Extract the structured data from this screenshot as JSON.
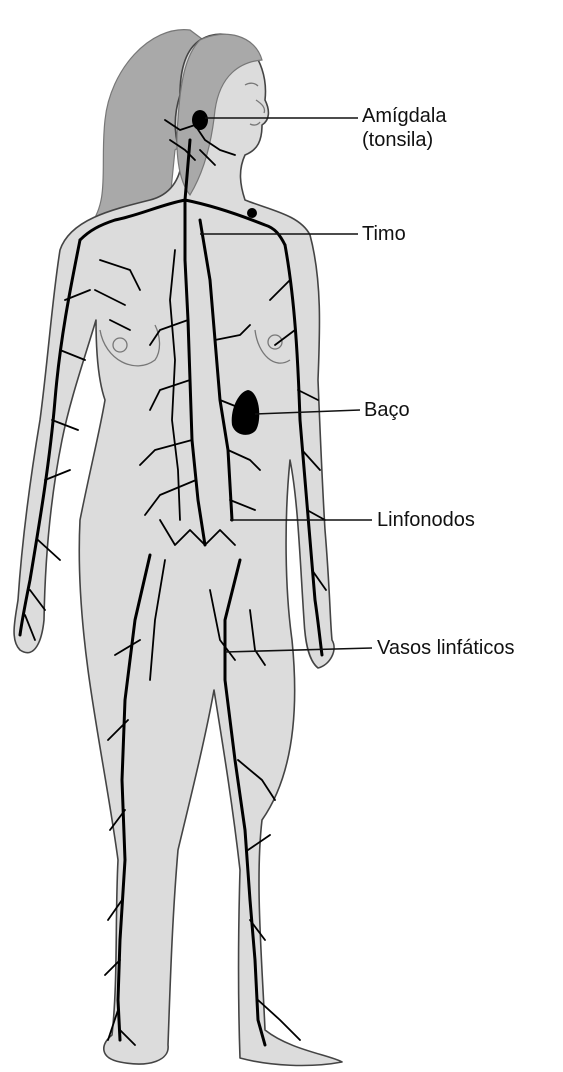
{
  "labels": {
    "amigdala_line1": "Amígdala",
    "amigdala_line2": "(tonsila)",
    "timo": "Timo",
    "baco": "Baço",
    "linfonodos": "Linfonodos",
    "vasos": "Vasos linfáticos"
  },
  "colors": {
    "body_fill": "#dcdcdc",
    "hair_fill": "#a9a9a9",
    "vessels": "#000000"
  }
}
